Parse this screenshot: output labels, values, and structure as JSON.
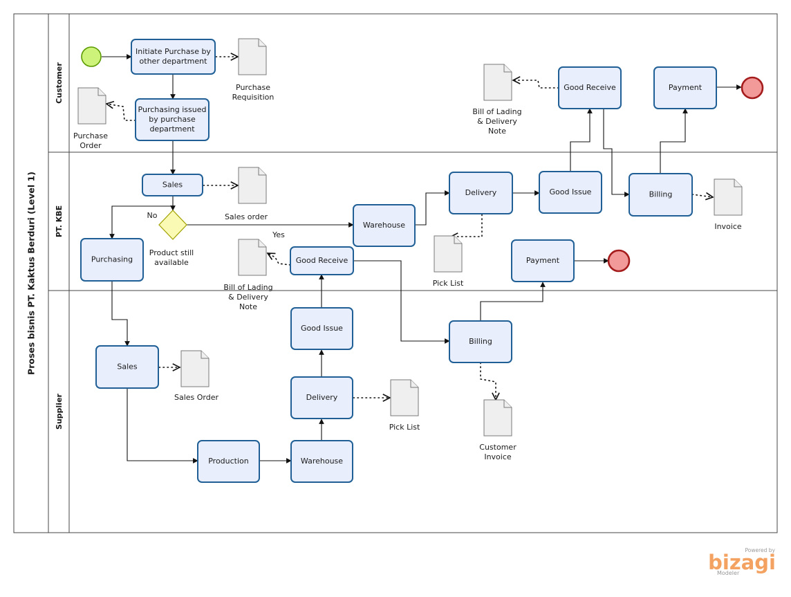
{
  "pool": {
    "title": "Proses bisnis PT. Kaktus Berduri (Level 1)"
  },
  "lanes": {
    "customer": "Customer",
    "kbe": "PT. KBE",
    "supplier": "Supplier"
  },
  "tasks": {
    "initiate_purchase": [
      "Initiate Purchase by",
      "other department"
    ],
    "purchasing_issued": [
      "Purchasing issued",
      "by purchase",
      "department"
    ],
    "cust_good_receive": [
      "Good Receive"
    ],
    "cust_payment": [
      "Payment"
    ],
    "kbe_sales": [
      "Sales"
    ],
    "kbe_purchasing": [
      "Purchasing"
    ],
    "kbe_warehouse": [
      "Warehouse"
    ],
    "kbe_delivery": [
      "Delivery"
    ],
    "kbe_good_issue": [
      "Good Issue"
    ],
    "kbe_billing": [
      "Billing"
    ],
    "kbe_good_receive": [
      "Good Receive"
    ],
    "kbe_payment": [
      "Payment"
    ],
    "sup_sales": [
      "Sales"
    ],
    "sup_production": [
      "Production"
    ],
    "sup_warehouse": [
      "Warehouse"
    ],
    "sup_delivery": [
      "Delivery"
    ],
    "sup_good_issue": [
      "Good Issue"
    ],
    "sup_billing": [
      "Billing"
    ]
  },
  "documents": {
    "purchase_requisition": [
      "Purchase",
      "Requisition"
    ],
    "purchase_order": [
      "Purchase",
      "Order"
    ],
    "cust_bill_of_lading": [
      "Bill of Lading",
      "& Delivery",
      "Note"
    ],
    "kbe_sales_order": [
      "Sales order"
    ],
    "kbe_pick_list": [
      "Pick List"
    ],
    "kbe_invoice": [
      "Invoice"
    ],
    "kbe_bill_of_lading": [
      "Bill of Lading",
      "& Delivery",
      "Note"
    ],
    "sup_sales_order": [
      "Sales Order"
    ],
    "sup_pick_list": [
      "Pick List"
    ],
    "customer_invoice": [
      "Customer",
      "Invoice"
    ]
  },
  "gateway": {
    "label": [
      "Product still",
      "available"
    ],
    "no_label": "No",
    "yes_label": "Yes"
  },
  "branding": {
    "powered_by": "Powered by",
    "brand": "bizagi",
    "product": "Modeler"
  },
  "colors": {
    "task_fill": "#e8eefc",
    "task_stroke": "#1f5f95",
    "start_fill": "#cdf37a",
    "start_stroke": "#5a9a00",
    "end_fill": "#f29a9a",
    "end_stroke": "#a51c1c",
    "gateway_fill": "#fafab4",
    "gateway_stroke": "#a0a000",
    "doc_fill": "#efefef",
    "brand": "#f4a261"
  }
}
